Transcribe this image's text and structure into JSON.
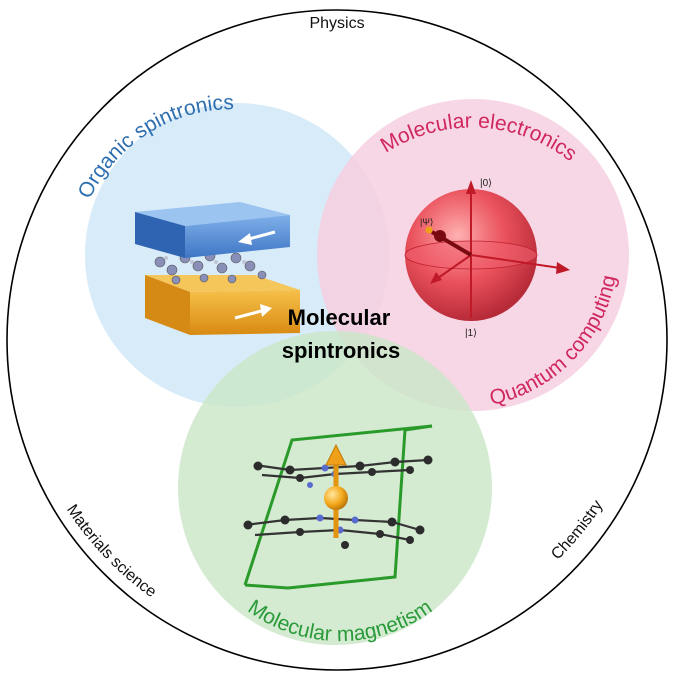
{
  "outer": {
    "top_label": "Physics",
    "left_label": "Materials science",
    "right_label": "Chemistry"
  },
  "center_label": {
    "line1": "Molecular",
    "line2": "spintronics"
  },
  "circles": {
    "organic": {
      "label": "Organic spintronics",
      "fill": "#d4e9f7",
      "text_color": "#2e6fb0"
    },
    "electronics": {
      "label": "Molecular electronics",
      "fill": "#f6cfe0",
      "text_color": "#d0285e"
    },
    "quantum": {
      "label": "Quantum computing",
      "text_color": "#d0285e"
    },
    "magnetism": {
      "label": "Molecular magnetism",
      "fill": "#cbe6c8",
      "text_color": "#2a9a3a"
    }
  },
  "bloch": {
    "ket0": "|0⟩",
    "ket1": "|1⟩",
    "psi": "|Ψ⟩"
  },
  "colors": {
    "outline": "#000000",
    "device_blue": "#4a86d1",
    "device_gold": "#e8a21f",
    "hysteresis": "#2a9a2a",
    "sphere_red": "#e0303c",
    "spin_orange": "#f0a018"
  }
}
